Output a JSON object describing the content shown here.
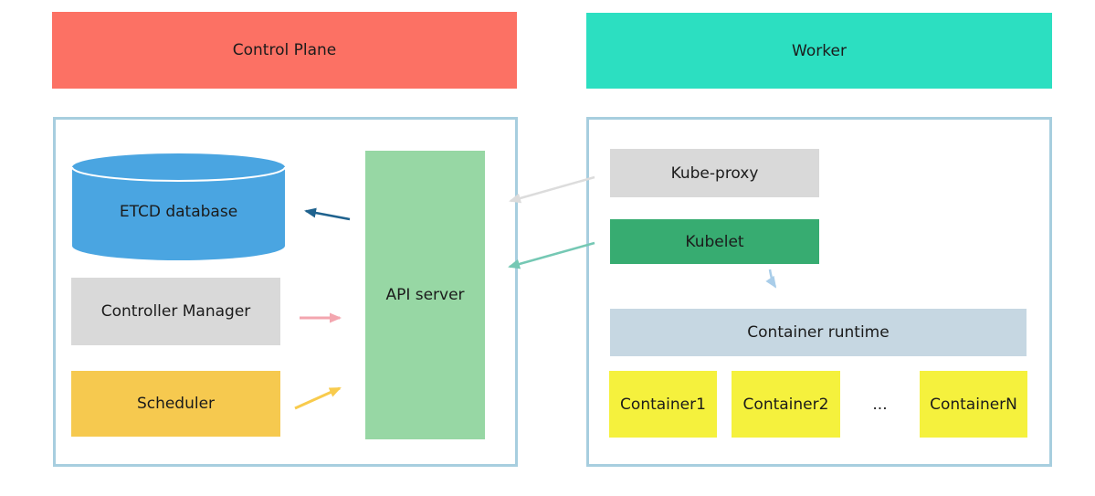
{
  "banners": {
    "control_plane": "Control Plane",
    "worker": "Worker"
  },
  "control_plane": {
    "etcd": "ETCD database",
    "controller_manager": "Controller Manager",
    "scheduler": "Scheduler",
    "api_server": "API server"
  },
  "worker": {
    "kube_proxy": "Kube-proxy",
    "kubelet": "Kubelet",
    "container_runtime": "Container runtime",
    "container_1": "Container1",
    "container_2": "Container2",
    "ellipsis": "...",
    "container_n": "ContainerN"
  },
  "colors": {
    "control_plane_banner": "#FC7164",
    "worker_banner": "#2CDFC1",
    "etcd_cylinder": "#4AA5E1",
    "gray_node": "#D9D9D9",
    "scheduler_node": "#F6C94F",
    "api_server_node": "#97D7A4",
    "kubelet_node": "#37AC71",
    "container_runtime_node": "#C6D7E2",
    "container_node": "#F5F13D",
    "group_border": "#A7CEDF"
  },
  "edges": [
    {
      "from": "api_server",
      "to": "etcd",
      "color": "#1F628E"
    },
    {
      "from": "controller_manager",
      "to": "api_server",
      "color": "#F3A6AF"
    },
    {
      "from": "scheduler",
      "to": "api_server",
      "color": "#F8CB4D"
    },
    {
      "from": "kube_proxy",
      "to": "api_server",
      "color": "#DCDCDC"
    },
    {
      "from": "kubelet",
      "to": "api_server",
      "color": "#75C8B4"
    },
    {
      "from": "kubelet",
      "to": "container_runtime",
      "color": "#A9CDE9"
    }
  ]
}
